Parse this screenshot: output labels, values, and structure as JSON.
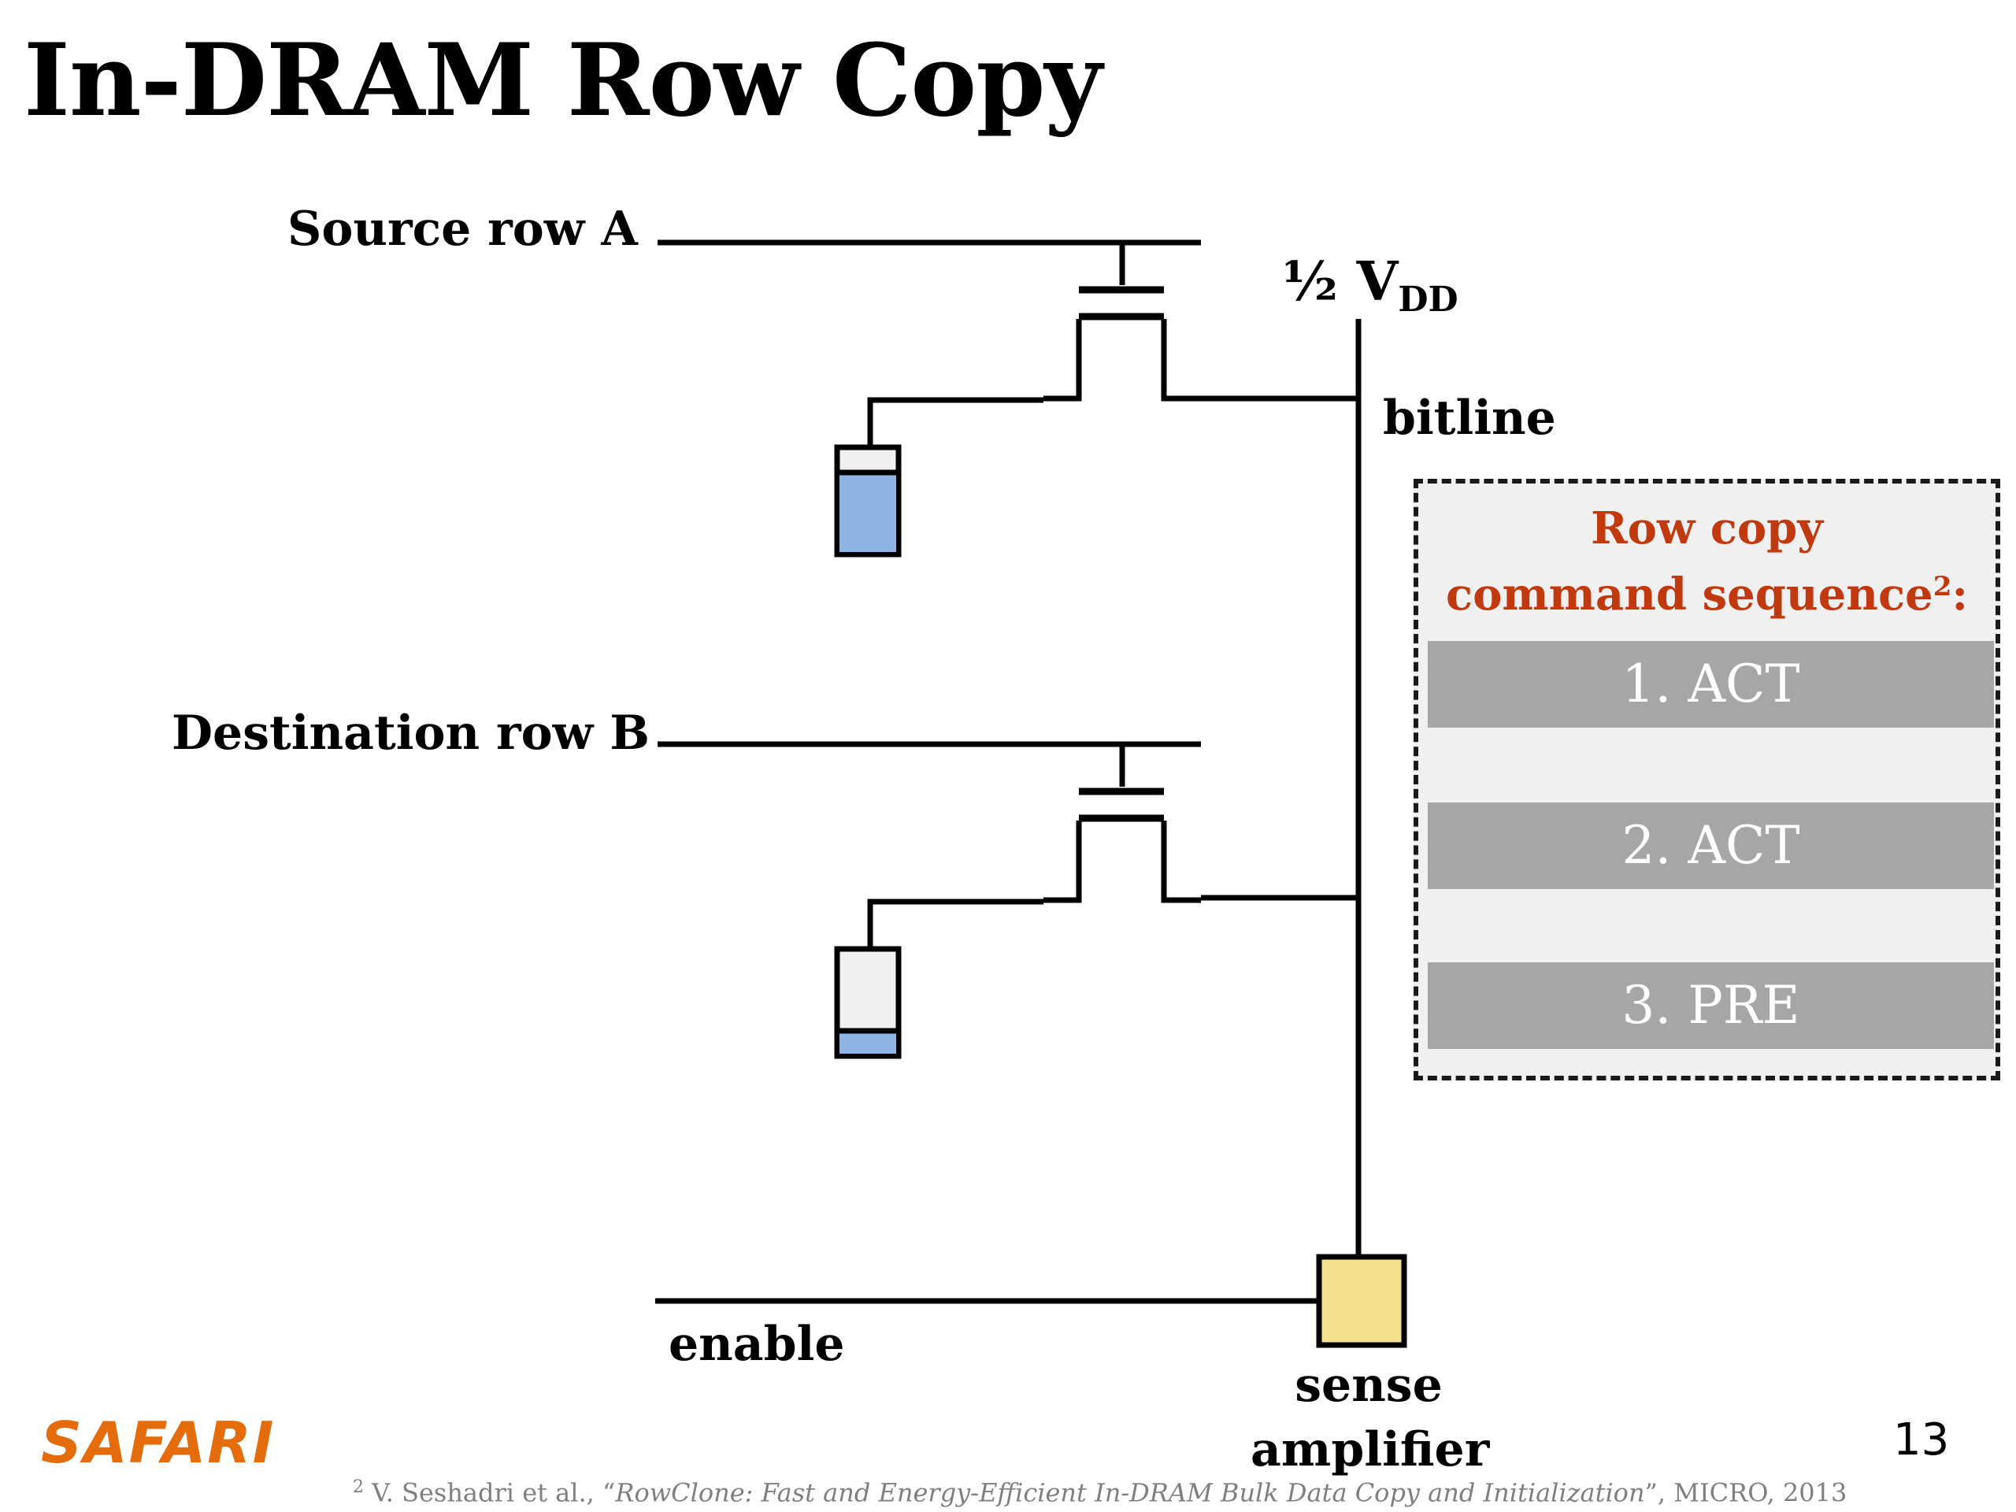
{
  "slide": {
    "title": "In-DRAM Row Copy",
    "page_number": "13",
    "logo": "SAFARI"
  },
  "diagram": {
    "source_row_label": "Source row A",
    "destination_row_label": "Destination row B",
    "vdd_prefix": "½ V",
    "vdd_sub": "DD",
    "bitline_label": "bitline",
    "enable_label": "enable",
    "sense_label_line1": "sense",
    "sense_label_line2": "amplifier",
    "colors": {
      "capacitor_charge": "#8db4e2",
      "capacitor_empty": "#f0f0f0",
      "sense_amplifier": "#f2e08c",
      "wire": "#000000"
    },
    "capacitor_charge_fraction": {
      "source": 0.78,
      "destination": 0.22
    }
  },
  "command_box": {
    "title_line1": "Row copy",
    "title_line2": "command sequence",
    "title_sup": "2",
    "title_suffix": ":",
    "steps": [
      "1. ACT",
      "2. ACT",
      "3. PRE"
    ],
    "title_color": "#c0390f",
    "step_color": "#a6a6a6"
  },
  "citation": {
    "marker": "2",
    "authors": "V. Seshadri et al., “",
    "paper": "RowClone: Fast and Energy-Efficient In-DRAM Bulk Data Copy and Initialization",
    "venue": "”, MICRO, 2013"
  }
}
